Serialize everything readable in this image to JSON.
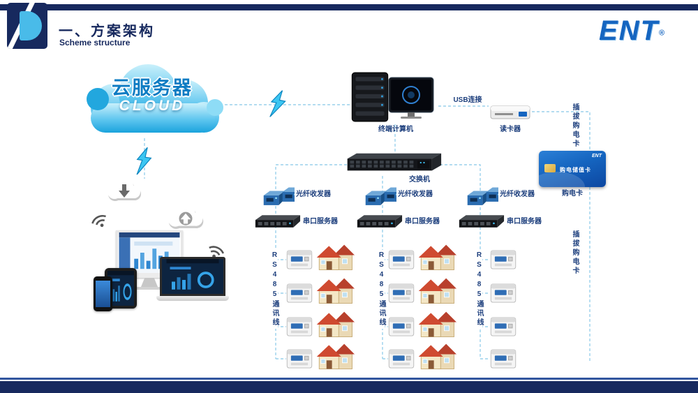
{
  "header": {
    "title": "一、方案架构",
    "subtitle": "Scheme structure"
  },
  "brand": {
    "name": "ENT",
    "reg": "®"
  },
  "cloud": {
    "title": "云服务器",
    "subtitle": "CLOUD"
  },
  "labels": {
    "terminal": "终端计算机",
    "usb": "USB连接",
    "reader": "读卡器",
    "switch": "交换机",
    "card": "购电卡",
    "card_title": "购电储值卡",
    "card_brand": "ENT",
    "plug_top": "插拔购电卡",
    "plug_bottom": "插拔购电卡"
  },
  "branches": [
    {
      "transceiver": "光纤收发器",
      "serial": "串口服务器",
      "bus": "RS485通讯线"
    },
    {
      "transceiver": "光纤收发器",
      "serial": "串口服务器",
      "bus": "RS485通讯线"
    },
    {
      "transceiver": "光纤收发器",
      "serial": "串口服务器",
      "bus": "RS485通讯线"
    }
  ],
  "colors": {
    "navy": "#17295e",
    "accent": "#29abe2",
    "line": "#9ad1ec",
    "card": "#1565c0"
  }
}
